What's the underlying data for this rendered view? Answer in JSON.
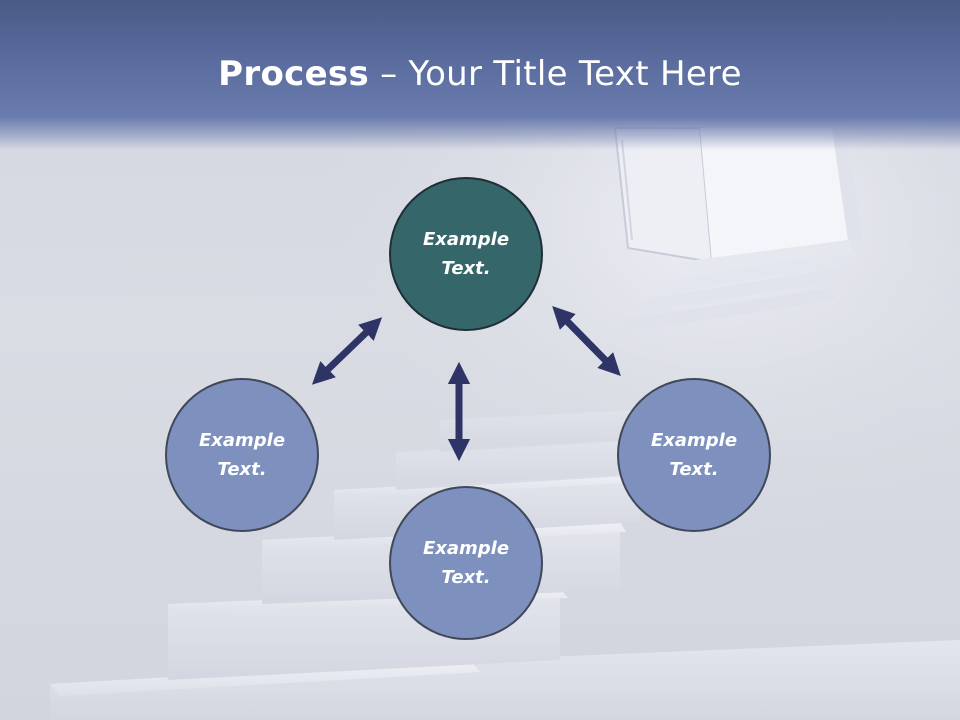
{
  "slide": {
    "title_bold": "Process",
    "title_rest": " – Your Title Text Here"
  },
  "nodes": {
    "top": "Example\nText.",
    "left": "Example\nText.",
    "right": "Example\nText.",
    "bottom": "Example\nText."
  },
  "colors": {
    "title_band": "#5a6c9e",
    "node_top": "#35676a",
    "node_other": "#7d90be",
    "arrow": "#2e3466"
  }
}
